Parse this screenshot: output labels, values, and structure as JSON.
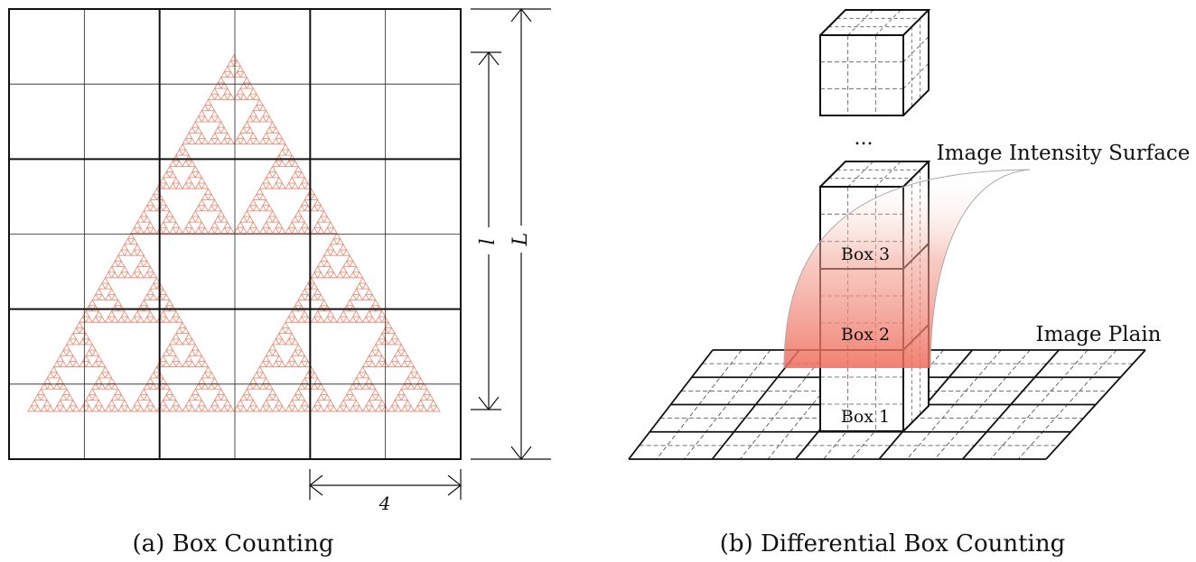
{
  "left_panel": {
    "caption": "(a) Box Counting",
    "label_l": "l",
    "label_L": "L",
    "label_s": "4",
    "sierpinski_color": "#e8907a",
    "sierpinski_depth": 6
  },
  "right_panel": {
    "caption": "(b) Differential Box Counting",
    "ellipsis": "...",
    "surface_label": "Image Intensity Surface",
    "plane_label": "Image Plain",
    "boxes": [
      "Box 1",
      "Box 2",
      "Box 3"
    ],
    "surface_color": "#ee6a5a"
  }
}
